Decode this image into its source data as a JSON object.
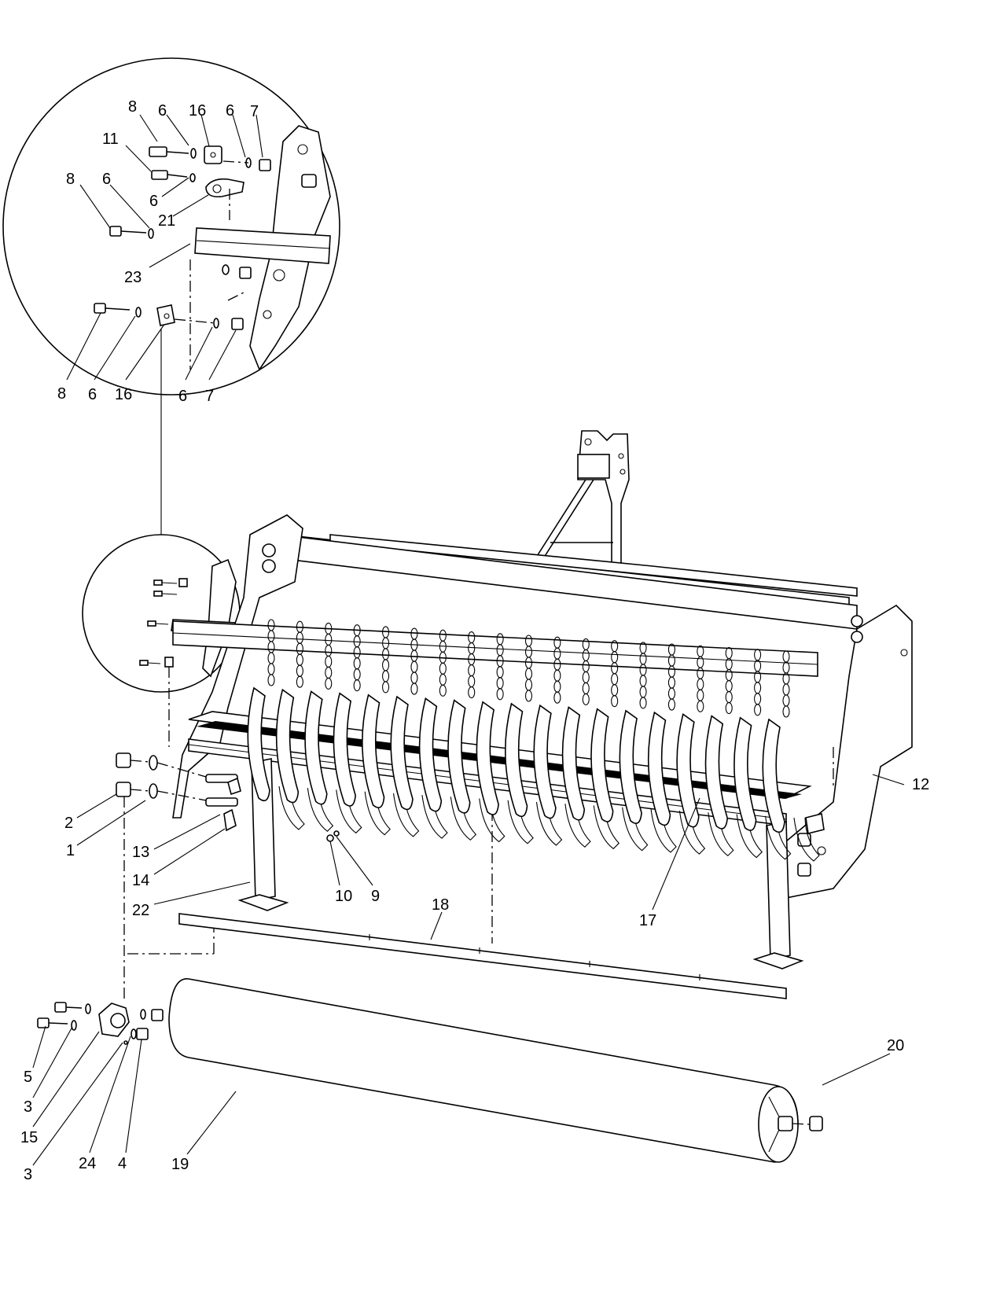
{
  "callouts": [
    {
      "id": "c-top-8",
      "text": "8"
    },
    {
      "id": "c-top-6a",
      "text": "6"
    },
    {
      "id": "c-top-16",
      "text": "16"
    },
    {
      "id": "c-top-6b",
      "text": "6"
    },
    {
      "id": "c-top-7",
      "text": "7"
    },
    {
      "id": "c-top-11",
      "text": "11"
    },
    {
      "id": "c-mid-8",
      "text": "8"
    },
    {
      "id": "c-mid-6a",
      "text": "6"
    },
    {
      "id": "c-mid-6b",
      "text": "6"
    },
    {
      "id": "c-21",
      "text": "21"
    },
    {
      "id": "c-23",
      "text": "23"
    },
    {
      "id": "c-bot-8",
      "text": "8"
    },
    {
      "id": "c-bot-6a",
      "text": "6"
    },
    {
      "id": "c-bot-16",
      "text": "16"
    },
    {
      "id": "c-bot-6b",
      "text": "6"
    },
    {
      "id": "c-bot-7",
      "text": "7"
    },
    {
      "id": "c-12",
      "text": "12"
    },
    {
      "id": "c-2",
      "text": "2"
    },
    {
      "id": "c-1",
      "text": "1"
    },
    {
      "id": "c-13",
      "text": "13"
    },
    {
      "id": "c-14",
      "text": "14"
    },
    {
      "id": "c-22",
      "text": "22"
    },
    {
      "id": "c-10",
      "text": "10"
    },
    {
      "id": "c-9",
      "text": "9"
    },
    {
      "id": "c-18",
      "text": "18"
    },
    {
      "id": "c-17",
      "text": "17"
    },
    {
      "id": "c-20",
      "text": "20"
    },
    {
      "id": "c-5",
      "text": "5"
    },
    {
      "id": "c-3a",
      "text": "3"
    },
    {
      "id": "c-15",
      "text": "15"
    },
    {
      "id": "c-3b",
      "text": "3"
    },
    {
      "id": "c-24",
      "text": "24"
    },
    {
      "id": "c-4",
      "text": "4"
    },
    {
      "id": "c-19",
      "text": "19"
    }
  ]
}
